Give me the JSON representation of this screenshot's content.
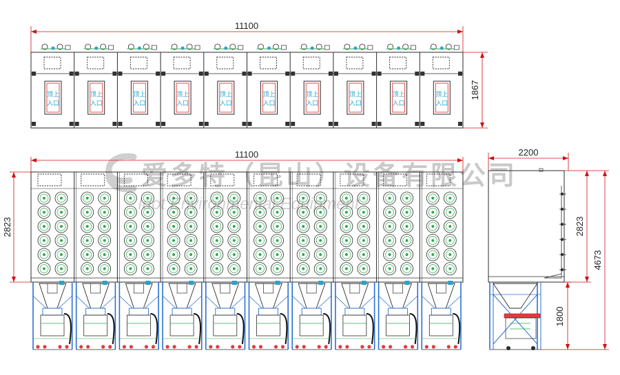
{
  "drawing": {
    "top_view": {
      "width_dim": "11100",
      "depth_dim": "1867",
      "door_label_line1": "顶上",
      "door_label_line2": "入口"
    },
    "front_view": {
      "width_dim": "11100",
      "height_dim": "2823"
    },
    "side_view": {
      "width_dim": "2200",
      "box_height_dim": "2823",
      "total_height_dim": "4673",
      "leg_height_dim": "1800"
    },
    "module_count": 10,
    "cartridge_rows": 6,
    "cartridge_cols": 2
  },
  "watermark": {
    "company_cn": "爱多特（昆山）设备有限公司",
    "company_en": "Idot Environmental Equipment"
  },
  "colors": {
    "line": "#2a2a2a",
    "dim": "#d01010",
    "green": "#2fa84f",
    "blue": "#2a6fd0",
    "cyan": "#29a3c9",
    "red": "#e23b3b"
  }
}
